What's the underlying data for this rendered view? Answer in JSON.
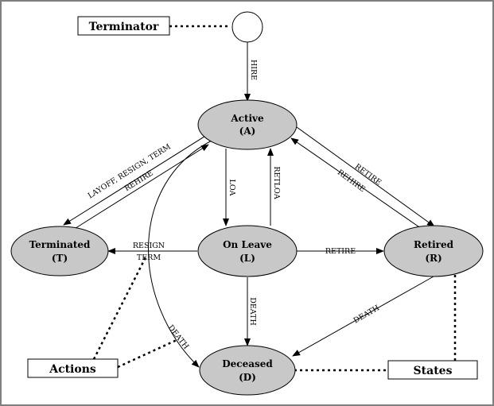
{
  "legend": {
    "terminator": "Terminator",
    "actions": "Actions",
    "states": "States"
  },
  "states": {
    "active": {
      "name": "Active",
      "code": "(A)"
    },
    "on_leave": {
      "name": "On Leave",
      "code": "(L)"
    },
    "terminated": {
      "name": "Terminated",
      "code": "(T)"
    },
    "retired": {
      "name": "Retired",
      "code": "(R)"
    },
    "deceased": {
      "name": "Deceased",
      "code": "(D)"
    }
  },
  "actions": {
    "hire": "HIRE",
    "loa": "LOA",
    "retloa": "RETLOA",
    "layoff_resign_term": "LAYOFF, RESIGN, TERM",
    "rehire_t": "REHIRE",
    "retire_ar": "RETIRE",
    "rehire_r": "REHIRE",
    "resign": "RESIGN",
    "term": "TERM",
    "retire_lr": "RETIRE",
    "death_l": "DEATH",
    "death_r": "DEATH",
    "death_a": "DEATH"
  },
  "colors": {
    "state_fill": "#c8c8c8",
    "line": "#000000",
    "frame": "#7f7f7f"
  }
}
